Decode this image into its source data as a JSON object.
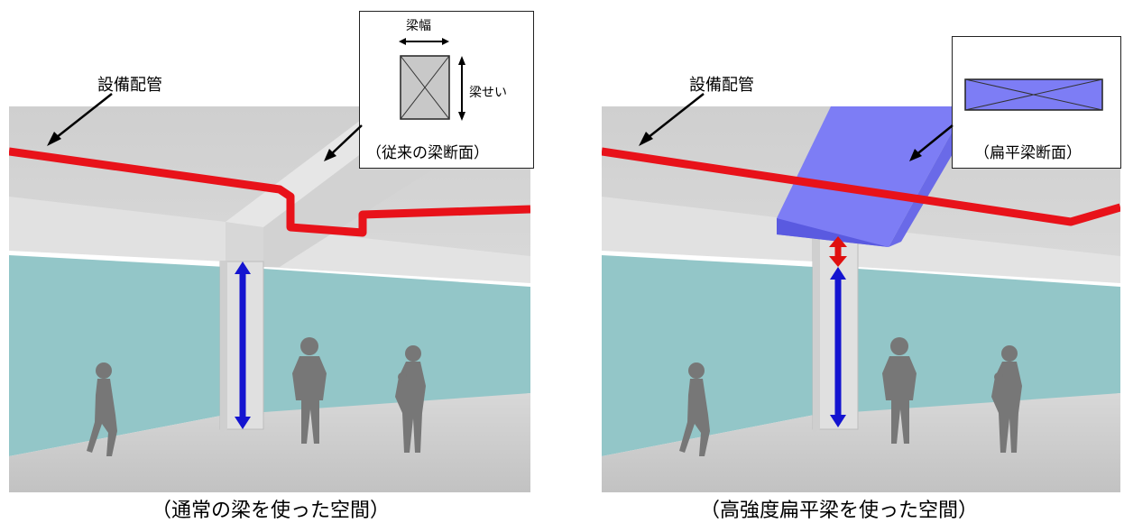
{
  "left": {
    "pipe_label": "設備配管",
    "section_caption": "（従来の梁断面）",
    "beam_width_label": "梁幅",
    "beam_depth_label": "梁せい",
    "caption": "（通常の梁を使った空間）"
  },
  "right": {
    "pipe_label": "設備配管",
    "section_caption": "（扁平梁断面）",
    "caption": "（高強度扁平梁を使った空間）"
  },
  "colors": {
    "pipe": "#e8121a",
    "flat_beam": "#7d7df5",
    "wall": "#93c6c8",
    "dimension_arrow": "#1414d0",
    "gain_arrow": "#e01010"
  }
}
